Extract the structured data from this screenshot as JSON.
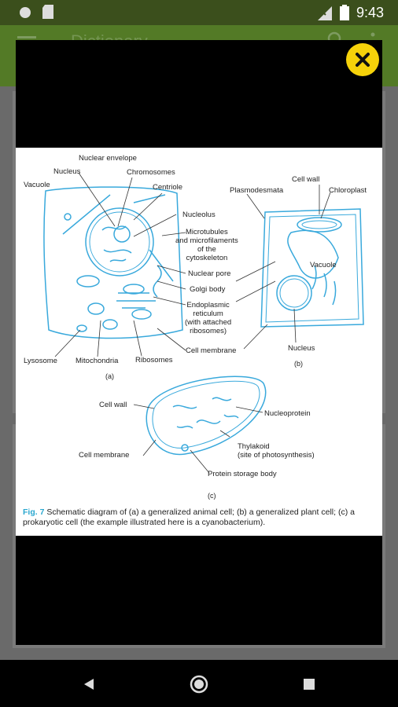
{
  "status_bar": {
    "time": "9:43"
  },
  "app_bar": {
    "title": "Dictionary"
  },
  "figure": {
    "animal_labels": {
      "nuclear_envelope": "Nuclear envelope",
      "nucleus": "Nucleus",
      "chromosomes": "Chromosomes",
      "vacuole": "Vacuole",
      "centriole": "Centriole",
      "nucleolus": "Nucleolus",
      "microtubules": "Microtubules\nand microfilaments\nof the\ncytoskeleton",
      "nuclear_pore": "Nuclear pore",
      "golgi": "Golgi body",
      "er": "Endoplasmic\nreticulum\n(with attached\nribosomes)",
      "cell_membrane": "Cell membrane",
      "lysosome": "Lysosome",
      "mitochondria": "Mitochondria",
      "ribosomes": "Ribosomes",
      "sub": "(a)"
    },
    "plant_labels": {
      "cell_wall": "Cell wall",
      "plasmodesmata": "Plasmodesmata",
      "chloroplast": "Chloroplast",
      "vacuole": "Vacuole",
      "nucleus": "Nucleus",
      "sub": "(b)"
    },
    "prokaryote_labels": {
      "cell_wall": "Cell wall",
      "nucleoprotein": "Nucleoprotein",
      "thylakoid": "Thylakoid\n(site of photosynthesis)",
      "cell_membrane": "Cell membrane",
      "protein_storage": "Protein storage body",
      "sub": "(c)"
    },
    "caption_prefix": "Fig. 7",
    "caption_text": " Schematic diagram of (a) a generalized animal cell; (b) a generalized plant cell; (c) a prokaryotic cell (the example illustrated here is a cyanobacterium)."
  }
}
